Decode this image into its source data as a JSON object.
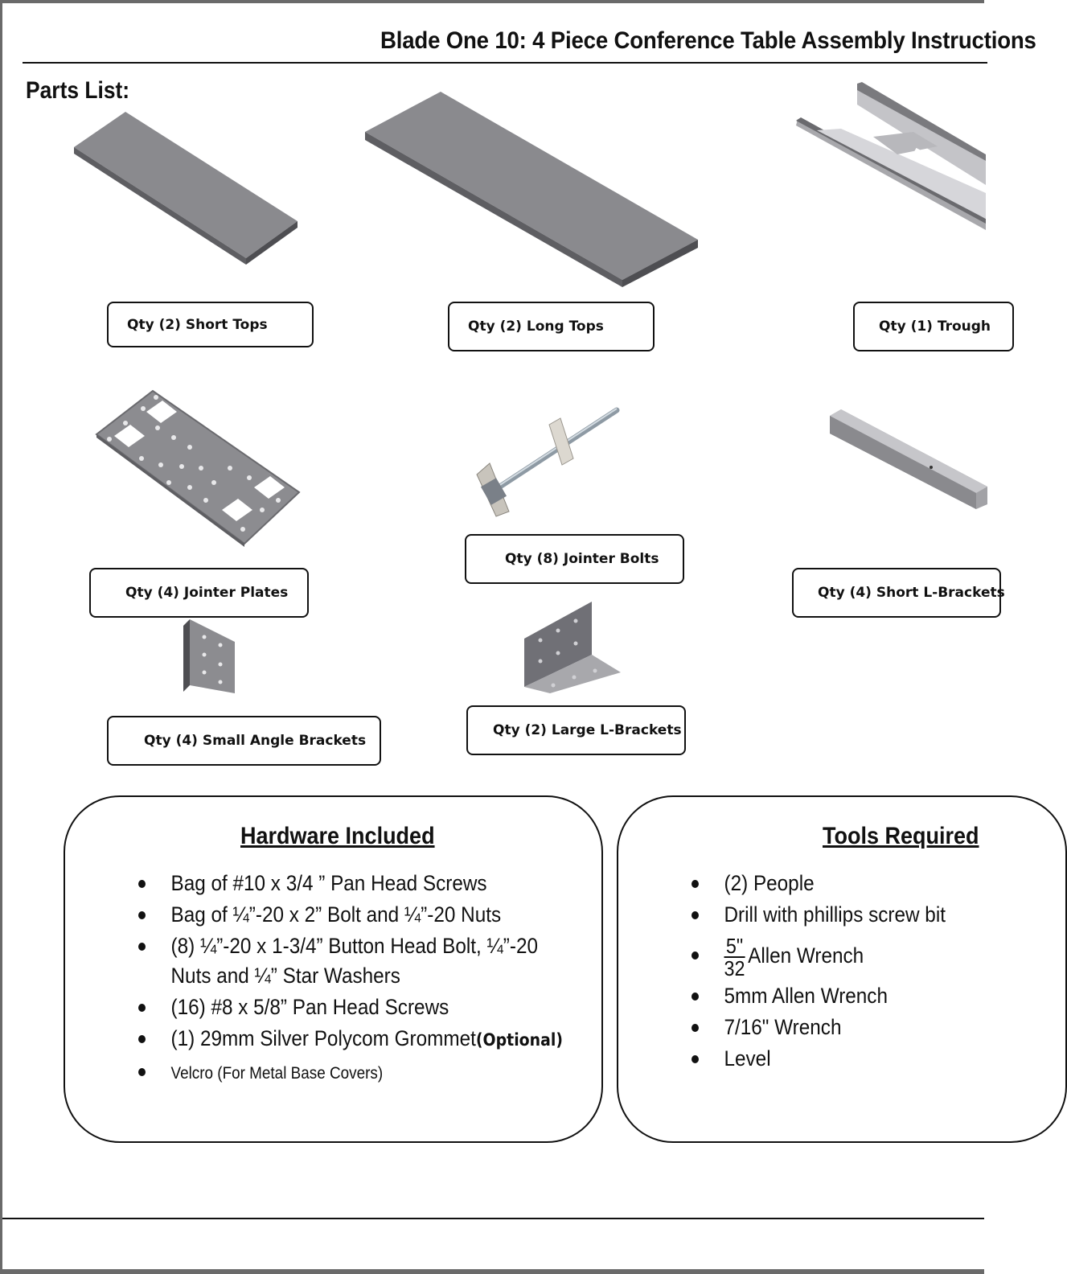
{
  "document": {
    "title": "Blade One 10: 4 Piece Conference Table Assembly Instructions",
    "parts_heading": "Parts List:"
  },
  "parts": {
    "short_tops": "Qty (2) Short Tops",
    "long_tops": "Qty (2) Long Tops",
    "trough": "Qty (1) Trough",
    "jointer_plates": "Qty (4) Jointer Plates",
    "jointer_bolts": "Qty (8) Jointer Bolts",
    "short_l_brackets": "Qty (4) Short L-Brackets",
    "small_angle_brackets": "Qty (4) Small Angle Brackets",
    "large_l_brackets": "Qty (2) Large L-Brackets"
  },
  "hardware": {
    "heading": "Hardware Included",
    "items": [
      {
        "text": "Bag of #10 x 3/4 ” Pan Head Screws"
      },
      {
        "text": "Bag of ¼”-20 x 2” Bolt and ¼”-20 Nuts"
      },
      {
        "text": "(8) ¼”-20 x 1-3/4” Button Head Bolt, ¼”-20",
        "text2": "Nuts and ¼” Star Washers"
      },
      {
        "text": "(16)  #8 x 5/8” Pan Head Screws"
      },
      {
        "text": "(1) 29mm Silver Polycom Grommet",
        "suffix": "(Optional)"
      },
      {
        "text": "Velcro (For  Metal Base Covers)"
      }
    ]
  },
  "tools": {
    "heading": "Tools Required",
    "items": [
      {
        "text": "(2) People"
      },
      {
        "text": "Drill with phillips screw bit"
      },
      {
        "numerator": "5\"",
        "denominator": "32",
        "text": "Allen Wrench"
      },
      {
        "text": "5mm Allen Wrench"
      },
      {
        "text": "7/16\" Wrench"
      },
      {
        "text": "Level"
      }
    ]
  },
  "colors": {
    "part_dark": "#6e6e72",
    "part_mid": "#8a8a8e",
    "part_light": "#b4b4b8",
    "outline": "#111111",
    "frame": "#6a6a6a"
  }
}
